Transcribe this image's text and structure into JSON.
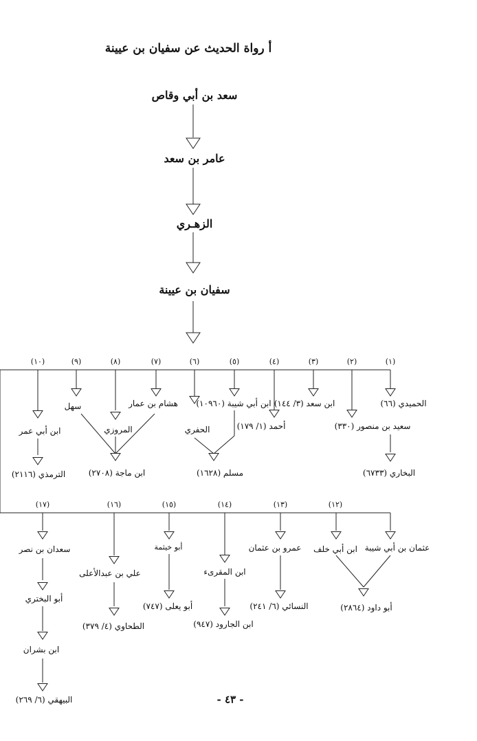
{
  "title": "أ رواة الحديث عن سفيان بن عيينة",
  "chain": [
    "سعد بن أبي وقاص",
    "عامر بن سعد",
    "الزهـري",
    "سفيان بن عيينة"
  ],
  "row1": {
    "numbers": [
      "(١)",
      "(٢)",
      "(٣)",
      "(٤)",
      "(٥)",
      "(٦)",
      "(٧)",
      "(٨)",
      "(٩)",
      "(١٠)"
    ],
    "level1": {
      "humaidi": "الحميدي (٦٦)",
      "saeed_mansour": "سعيد بن منصور (٣٣٠)",
      "ibn_saad": "ابن سعد (٣/ ١٤٤)",
      "ahmad": "أحمد (١/ ١٧٩)",
      "ibn_abi_shaiba": "ابن أبي شيبة (١٠٩٦٠)",
      "hafari": "الحفري",
      "hisham": "هشام بن عمار",
      "marwazi": "المروزي",
      "sahl": "سهل",
      "ibn_abi_umar": "ابن أبي عمر"
    },
    "level2": {
      "bukhari": "البخاري (٦٧٣٣)",
      "muslim": "مسلم (١٦٢٨)",
      "ibn_majah": "ابن ماجة (٢٧٠٨)",
      "tirmidhi": "الترمذي (٢١١٦)"
    }
  },
  "row2": {
    "numbers": [
      "(١٢)",
      "(١٣)",
      "(١٤)",
      "(١٥)",
      "(١٦)",
      "(١٧)"
    ],
    "level1": {
      "uthman": "عثمان بن أبي شيبة",
      "ibn_abi_khalaf": "ابن أبي خلف",
      "amr": "عمرو بن عثمان",
      "ibn_muqri": "ابن المقرىء",
      "abu_khaythama": "أبو خيثمة",
      "ali": "علي بن عبدالأعلى",
      "saadan": "سعدان بن نصر"
    },
    "level2": {
      "abu_dawud": "أبو داود (٢٨٦٤)",
      "nasai": "النسائي (٦/ ٢٤١)",
      "ibn_jarud": "ابن الجارود (٩٤٧)",
      "abu_yala": "أبو يعلى (٧٤٧)",
      "tahawi": "الطحاوي (٤/ ٣٧٩)",
      "abu_bakhtari": "أبو البختري"
    },
    "level3": {
      "ibn_bishran": "ابن بشران"
    },
    "level4": {
      "bayhaqi": "البيهقي (٦/ ٢٦٩)"
    }
  },
  "page_number": "- ٤٣ -"
}
